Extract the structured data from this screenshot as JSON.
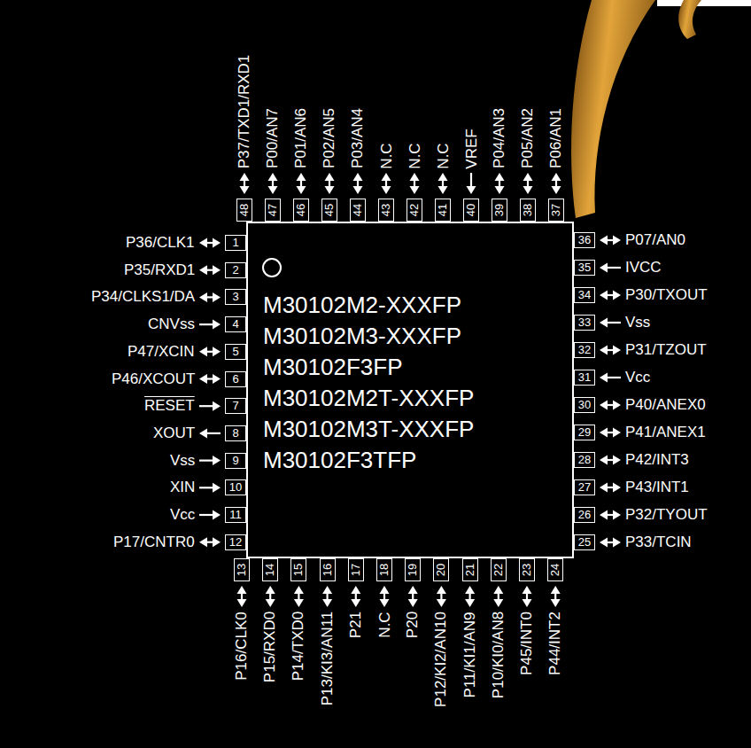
{
  "diagram": {
    "nodes": [
      {
        "text": [
          "M30102M2-XXXFP",
          "M30102M3-XXXFP",
          "M30102F3FP",
          "M30102M2T-XXXFP",
          "M30102M3T-XXXFP",
          "M30102F3TFP"
        ]
      },
      {
        "text": [
          "1"
        ]
      },
      {
        "text": [
          "2"
        ]
      },
      {
        "text": [
          "3"
        ]
      },
      {
        "text": [
          "4"
        ]
      },
      {
        "text": [
          "5"
        ]
      },
      {
        "text": [
          "6"
        ]
      },
      {
        "text": [
          "7"
        ]
      },
      {
        "text": [
          "8"
        ]
      },
      {
        "text": [
          "9"
        ]
      },
      {
        "text": [
          "10"
        ]
      },
      {
        "text": [
          "11"
        ]
      },
      {
        "text": [
          "12"
        ]
      },
      {
        "text": [
          "13"
        ]
      },
      {
        "text": [
          "14"
        ]
      },
      {
        "text": [
          "15"
        ]
      },
      {
        "text": [
          "16"
        ]
      },
      {
        "text": [
          "17"
        ]
      },
      {
        "text": [
          "18"
        ]
      },
      {
        "text": [
          "19"
        ]
      },
      {
        "text": [
          "20"
        ]
      },
      {
        "text": [
          "21"
        ]
      },
      {
        "text": [
          "22"
        ]
      },
      {
        "text": [
          "23"
        ]
      },
      {
        "text": [
          "24"
        ]
      },
      {
        "text": [
          "25"
        ]
      },
      {
        "text": [
          "26"
        ]
      },
      {
        "text": [
          "27"
        ]
      },
      {
        "text": [
          "28"
        ]
      },
      {
        "text": [
          "29"
        ]
      },
      {
        "text": [
          "30"
        ]
      },
      {
        "text": [
          "31"
        ]
      },
      {
        "text": [
          "32"
        ]
      },
      {
        "text": [
          "33"
        ]
      },
      {
        "text": [
          "34"
        ]
      },
      {
        "text": [
          "35"
        ]
      },
      {
        "text": [
          "36"
        ]
      },
      {
        "text": [
          "37"
        ]
      },
      {
        "text": [
          "38"
        ]
      },
      {
        "text": [
          "39"
        ]
      },
      {
        "text": [
          "40"
        ]
      },
      {
        "text": [
          "41"
        ]
      },
      {
        "text": [
          "42"
        ]
      },
      {
        "text": [
          "43"
        ]
      },
      {
        "text": [
          "44"
        ]
      },
      {
        "text": [
          "45"
        ]
      },
      {
        "text": [
          "46"
        ]
      },
      {
        "text": [
          "47"
        ]
      },
      {
        "text": [
          "48"
        ]
      }
    ],
    "labels": [
      "P36/CLK1",
      "P35/RXD1",
      "P34/CLKS1/DA",
      "CNVss",
      "P47/XCIN",
      "P46/XCOUT",
      "RESET",
      "XOUT",
      "Vss",
      "XIN",
      "Vcc",
      "P17/CNTR0",
      "P16/CLK0",
      "P15/RXD0",
      "P14/TXD0",
      "P13/KI3/AN11",
      "P21",
      "N.C",
      "P20",
      "P12/KI2/AN10",
      "P11/KI1/AN9",
      "P10/KI0/AN8",
      "P45/INT0",
      "P44/INT2",
      "P33/TCIN",
      "P32/TYOUT",
      "P43/INT1",
      "P42/INT3",
      "P41/ANEX1",
      "P40/ANEX0",
      "Vcc",
      "P31/TZOUT",
      "Vss",
      "P30/TXOUT",
      "IVCC",
      "P07/AN0",
      "P06/AN1",
      "P05/AN2",
      "P04/AN3",
      "VREF",
      "N.C",
      "N.C",
      "N.C",
      "P03/AN4",
      "P02/AN5",
      "P01/AN6",
      "P00/AN7",
      "P37/TXD1/RXD1"
    ]
  }
}
